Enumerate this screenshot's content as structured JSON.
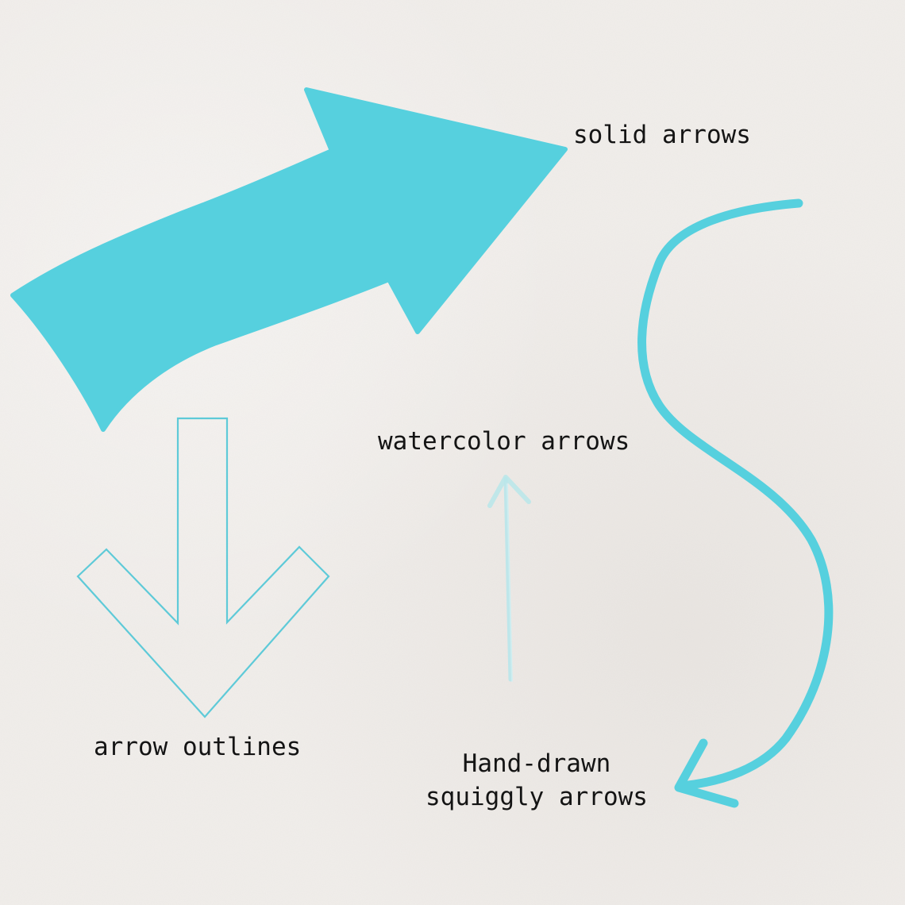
{
  "colors": {
    "accent": "#56d0de",
    "watercolor": "#b9e6ea",
    "text": "#141414",
    "paper": "#f1eeeb"
  },
  "labels": {
    "solid": "solid arrows",
    "watercolor": "watercolor arrows",
    "outlines": "arrow outlines",
    "squiggly_line1": "Hand-drawn",
    "squiggly_line2": "squiggly arrows"
  },
  "icons": {
    "solid": "curved-solid-arrow-icon",
    "outline": "outline-down-arrow-icon",
    "watercolor": "watercolor-up-arrow-icon",
    "squiggly": "squiggly-arrow-icon"
  }
}
